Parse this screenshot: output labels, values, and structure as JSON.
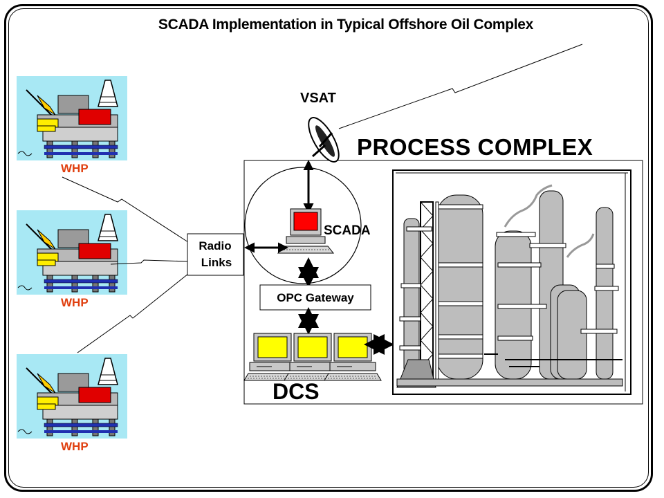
{
  "title": "SCADA Implementation in Typical Offshore Oil Complex",
  "labels": {
    "vsat": "VSAT",
    "process_complex": "PROCESS COMPLEX",
    "scada": "SCADA",
    "radio_line1": "Radio",
    "radio_line2": "Links",
    "opc_gateway": "OPC Gateway",
    "dcs": "DCS"
  },
  "platforms": [
    {
      "label": "WHP"
    },
    {
      "label": "WHP"
    },
    {
      "label": "WHP"
    }
  ],
  "colors": {
    "whp_label": "#e04010",
    "platform_bg": "#a8e8f4",
    "scada_screen": "#ff0000",
    "dcs_screen": "#ffff00",
    "plant_fill": "#bdbdbd"
  }
}
